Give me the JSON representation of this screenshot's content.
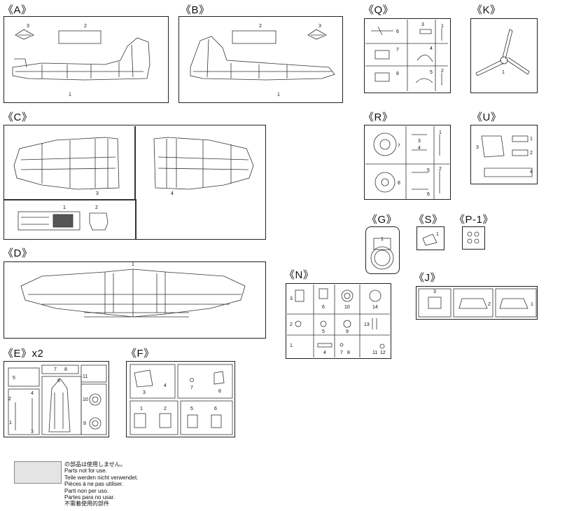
{
  "sprues": {
    "A": "《A》",
    "B": "《B》",
    "C": "《C》",
    "D": "《D》",
    "E": "《E》",
    "E_mult": "x2",
    "F": "《F》",
    "Q": "《Q》",
    "K": "《K》",
    "R": "《R》",
    "U": "《U》",
    "G": "《G》",
    "S": "《S》",
    "P1": "《P-1》",
    "N": "《N》",
    "J": "《J》"
  },
  "part_numbers": {
    "A": [
      "3",
      "2",
      "1"
    ],
    "B": [
      "2",
      "3",
      "1"
    ],
    "C": [
      "3",
      "4",
      "1",
      "2"
    ],
    "D": [
      "1"
    ],
    "E": [
      "5",
      "7",
      "8",
      "11",
      "2",
      "4",
      "6",
      "1",
      "3",
      "10",
      "9"
    ],
    "F": [
      "3",
      "4",
      "7",
      "8",
      "1",
      "2",
      "5",
      "6"
    ],
    "Q": [
      "6",
      "3",
      "1",
      "7",
      "4",
      "8",
      "5",
      "2"
    ],
    "K": [
      "1"
    ],
    "R": [
      "7",
      "3",
      "1",
      "4",
      "8",
      "5",
      "2",
      "6"
    ],
    "U": [
      "3",
      "1",
      "2",
      "4"
    ],
    "G": [
      "1"
    ],
    "S": [
      "1"
    ],
    "N": [
      "3",
      "6",
      "10",
      "14",
      "2",
      "5",
      "9",
      "13",
      "1",
      "4",
      "7",
      "8",
      "11",
      "12"
    ],
    "J": [
      "3",
      "2",
      "1"
    ]
  },
  "legend": {
    "lines": [
      "の部品は使用しません。",
      "Parts not for use.",
      "Teile werden nicht verwendet.",
      "Pièces à ne pas utiliser.",
      "Parti non per uso.",
      "Partes para no usar.",
      "不需着使用的部件"
    ]
  }
}
